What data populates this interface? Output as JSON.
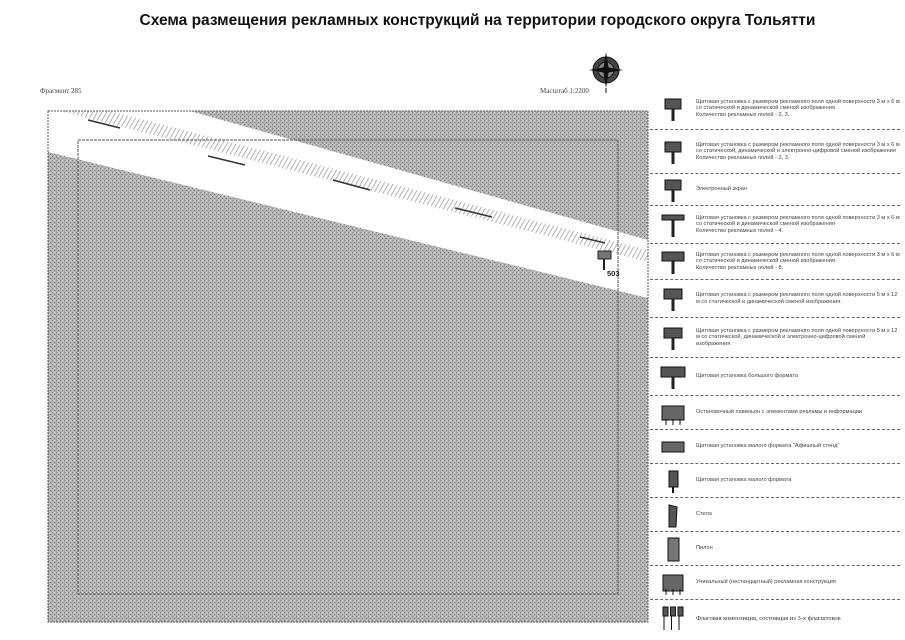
{
  "title": "Схема размещения рекламных конструкций на территории городского округа Тольятти",
  "fragment_label": "Фрагмент 285",
  "scale_label": "Масштаб 1:2200",
  "map": {
    "marker_label": "503",
    "colors": {
      "area": "#a8a8a8",
      "road": "#ffffff",
      "frame": "#555555"
    }
  },
  "legend": [
    {
      "icon": "billboard-3x6-icon",
      "text": "Щитовая установка с размером рекламного поля одной поверхности 3 м х 6 м со статической и динамической сменой изображения\nКоличество рекламных полей - 2, 3."
    },
    {
      "icon": "billboard-3x6-digital-icon",
      "text": "Щитовая установка с размером рекламного поля одной поверхности 3 м х 6 м со статической, динамической и электронно-цифровой сменой изображения\nКоличество рекламных полей - 2, 3."
    },
    {
      "icon": "electronic-screen-icon",
      "text": "Электронный экран"
    },
    {
      "icon": "billboard-4-fields-icon",
      "text": "Щитовая установка с размером рекламного поля одной поверхности 3 м х 6 м со статической и динамической сменой изображения\nКоличество рекламных полей - 4."
    },
    {
      "icon": "billboard-8-fields-icon",
      "text": "Щитовая установка с размером рекламного поля одной поверхности 3 м х 6 м со статической и динамической сменой изображения.\nКоличество рекламных полей - 8."
    },
    {
      "icon": "billboard-5x12-icon",
      "text": "Щитовая установка с размером рекламного поля одной поверхности 5 м х 12 м со статической и динамической сменой изображения."
    },
    {
      "icon": "billboard-5x12-digital-icon",
      "text": "Щитовая установка с размером рекламного поля одной поверхности 5 м х 12 м со статической, динамической и электронно-цифровой сменой изображения"
    },
    {
      "icon": "large-format-billboard-icon",
      "text": "Щитовая установка большого формата"
    },
    {
      "icon": "bus-stop-pavilion-icon",
      "text": "Остановочный павильон с элементами рекламы и информации"
    },
    {
      "icon": "city-board-icon",
      "text": "Щитовая установка малого формата \"Афишный стенд\""
    },
    {
      "icon": "small-format-billboard-icon",
      "text": "Щитовая установка малого формата"
    },
    {
      "icon": "stela-icon",
      "text": "Стела"
    },
    {
      "icon": "pylon-icon",
      "text": "Пилон"
    },
    {
      "icon": "unique-construction-icon",
      "text": "Уникальный (нестандартный) рекламная конструкция"
    },
    {
      "icon": "flag-composition-icon",
      "text": "Флаговая композиция, состоящая из 3-х флагштоков"
    }
  ]
}
